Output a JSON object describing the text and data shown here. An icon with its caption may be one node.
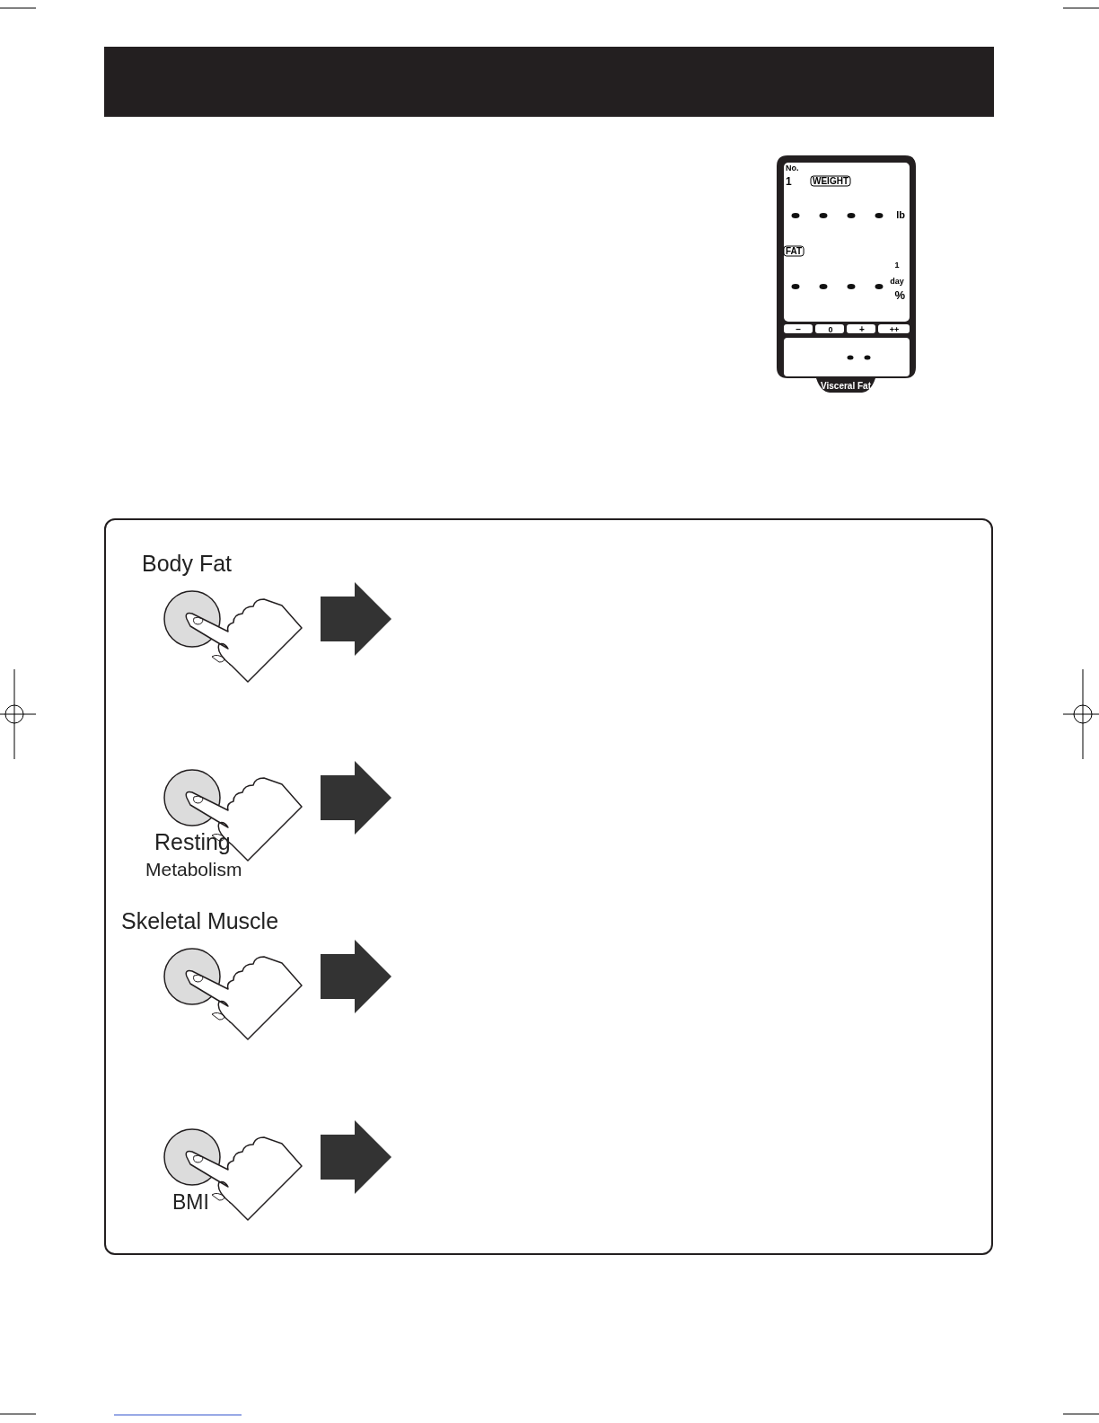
{
  "diagram": {
    "nodes": [
      {
        "text": [],
        "shape": "bar"
      },
      {
        "text": [],
        "shape": "box"
      },
      {
        "text": [
          "Body Fat"
        ],
        "in": 1
      },
      {
        "text": [
          "Resting",
          "Metabolism"
        ],
        "in": 1
      },
      {
        "text": [
          "Skeletal Muscle"
        ],
        "in": 1
      },
      {
        "text": [
          "BMI"
        ],
        "in": 1
      }
    ],
    "labels": [
      "No.",
      "1",
      "WEIGHT",
      "lb",
      "FAT",
      "1",
      "day",
      "%",
      "–",
      "0",
      "+",
      "++",
      "Visceral Fat"
    ]
  }
}
